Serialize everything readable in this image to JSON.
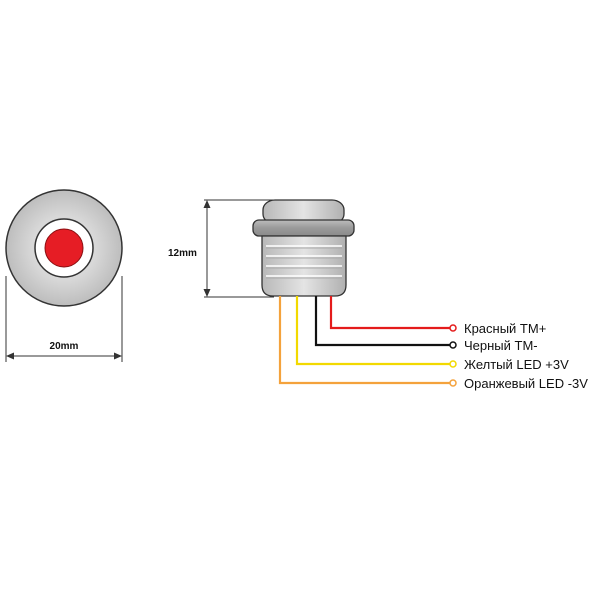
{
  "front_view": {
    "width_label": "20mm"
  },
  "side_view": {
    "height_label": "12mm"
  },
  "wires": [
    {
      "label": "Красный TM+",
      "color": "#e41b1b"
    },
    {
      "label": "Черный TM-",
      "color": "#111111"
    },
    {
      "label": "Желтый LED +3V",
      "color": "#f2d900"
    },
    {
      "label": "Оранжевый LED -3V",
      "color": "#f4a23c"
    }
  ],
  "colors": {
    "led_red": "#e61d25",
    "housing_gray": "#c9c9c9",
    "outline": "#333333"
  }
}
